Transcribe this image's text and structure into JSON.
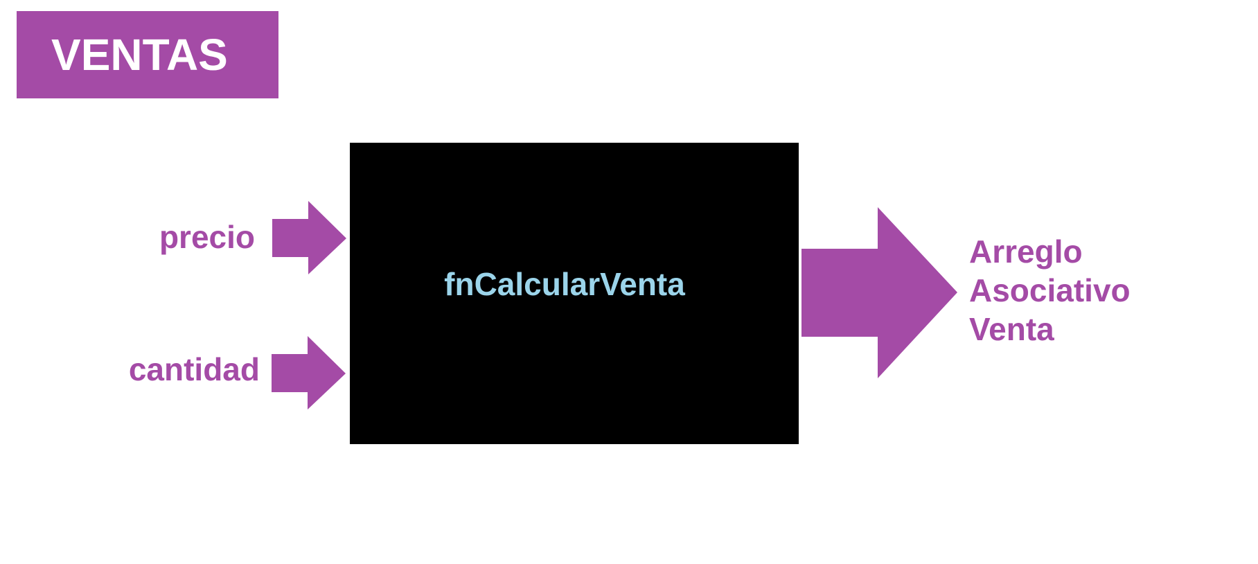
{
  "title": {
    "text": "VENTAS"
  },
  "function": {
    "label": "fnCalcularVenta"
  },
  "inputs": [
    {
      "label": "precio"
    },
    {
      "label": "cantidad"
    }
  ],
  "output": {
    "lines": [
      "Arreglo",
      "Asociativo",
      "Venta"
    ]
  },
  "colors": {
    "accent": "#a44ba6",
    "box": "#000000",
    "function_text": "#9bd4ea",
    "title_text": "#ffffff"
  }
}
